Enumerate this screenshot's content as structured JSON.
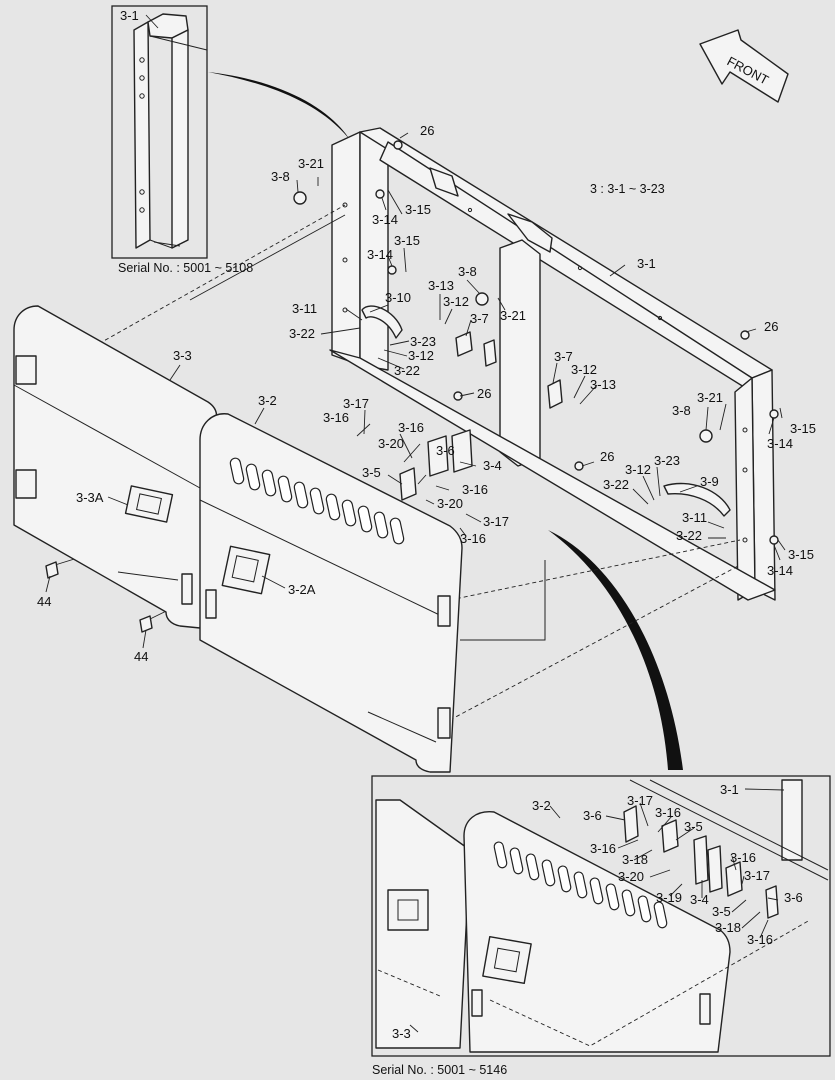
{
  "front_label": "FRONT",
  "range_note": "3 : 3-1 ~ 3-23",
  "serial_top": "Serial No. : 5001 ~ 5108",
  "serial_bottom": "Serial No. : 5001 ~ 5146",
  "callouts": [
    {
      "id": "c26a",
      "text": "26"
    },
    {
      "id": "c321a",
      "text": "3-21"
    },
    {
      "id": "c38a",
      "text": "3-8"
    },
    {
      "id": "c314a",
      "text": "3-14"
    },
    {
      "id": "c315a",
      "text": "3-15"
    },
    {
      "id": "c314b",
      "text": "3-14"
    },
    {
      "id": "c315b",
      "text": "3-15"
    },
    {
      "id": "c38b",
      "text": "3-8"
    },
    {
      "id": "c313a",
      "text": "3-13"
    },
    {
      "id": "c312a",
      "text": "3-12"
    },
    {
      "id": "c321b",
      "text": "3-21"
    },
    {
      "id": "c37a",
      "text": "3-7"
    },
    {
      "id": "c311a",
      "text": "3-11"
    },
    {
      "id": "c310",
      "text": "3-10"
    },
    {
      "id": "c322a",
      "text": "3-22"
    },
    {
      "id": "c323a",
      "text": "3-23"
    },
    {
      "id": "c312b",
      "text": "3-12"
    },
    {
      "id": "c322b",
      "text": "3-22"
    },
    {
      "id": "c31a",
      "text": "3-1"
    },
    {
      "id": "c26b",
      "text": "26"
    },
    {
      "id": "c37b",
      "text": "3-7"
    },
    {
      "id": "c312c",
      "text": "3-12"
    },
    {
      "id": "c313b",
      "text": "3-13"
    },
    {
      "id": "c26c",
      "text": "26"
    },
    {
      "id": "c38c",
      "text": "3-8"
    },
    {
      "id": "c321c",
      "text": "3-21"
    },
    {
      "id": "c314c",
      "text": "3-14"
    },
    {
      "id": "c315c",
      "text": "3-15"
    },
    {
      "id": "c317a",
      "text": "3-17"
    },
    {
      "id": "c316a",
      "text": "3-16"
    },
    {
      "id": "c316b",
      "text": "3-16"
    },
    {
      "id": "c320a",
      "text": "3-20"
    },
    {
      "id": "c36a",
      "text": "3-6"
    },
    {
      "id": "c34a",
      "text": "3-4"
    },
    {
      "id": "c35a",
      "text": "3-5"
    },
    {
      "id": "c316c",
      "text": "3-16"
    },
    {
      "id": "c320b",
      "text": "3-20"
    },
    {
      "id": "c317b",
      "text": "3-17"
    },
    {
      "id": "c316d",
      "text": "3-16"
    },
    {
      "id": "c26d",
      "text": "26"
    },
    {
      "id": "c323b",
      "text": "3-23"
    },
    {
      "id": "c312d",
      "text": "3-12"
    },
    {
      "id": "c322c",
      "text": "3-22"
    },
    {
      "id": "c39",
      "text": "3-9"
    },
    {
      "id": "c311b",
      "text": "3-11"
    },
    {
      "id": "c322d",
      "text": "3-22"
    },
    {
      "id": "c315d",
      "text": "3-15"
    },
    {
      "id": "c314d",
      "text": "3-14"
    },
    {
      "id": "c33",
      "text": "3-3"
    },
    {
      "id": "c32",
      "text": "3-2"
    },
    {
      "id": "c33A",
      "text": "3-3A"
    },
    {
      "id": "c32A",
      "text": "3-2A"
    },
    {
      "id": "c44a",
      "text": "44"
    },
    {
      "id": "c44b",
      "text": "44"
    },
    {
      "id": "c31b",
      "text": "3-1"
    },
    {
      "id": "d31",
      "text": "3-1"
    },
    {
      "id": "d32",
      "text": "3-2"
    },
    {
      "id": "d33",
      "text": "3-3"
    },
    {
      "id": "d36a",
      "text": "3-6"
    },
    {
      "id": "d317a",
      "text": "3-17"
    },
    {
      "id": "d316a",
      "text": "3-16"
    },
    {
      "id": "d35a",
      "text": "3-5"
    },
    {
      "id": "d316b",
      "text": "3-16"
    },
    {
      "id": "d318a",
      "text": "3-18"
    },
    {
      "id": "d320",
      "text": "3-20"
    },
    {
      "id": "d319",
      "text": "3-19"
    },
    {
      "id": "d34",
      "text": "3-4"
    },
    {
      "id": "d316c",
      "text": "3-16"
    },
    {
      "id": "d317b",
      "text": "3-17"
    },
    {
      "id": "d36b",
      "text": "3-6"
    },
    {
      "id": "d35b",
      "text": "3-5"
    },
    {
      "id": "d318b",
      "text": "3-18"
    },
    {
      "id": "d316d",
      "text": "3-16"
    }
  ]
}
